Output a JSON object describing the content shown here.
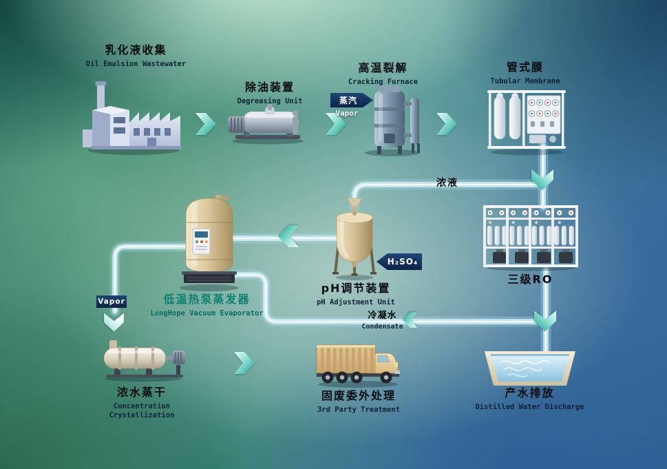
{
  "nodes": {
    "factory": {
      "zh": "乳化液收集",
      "en": "Oil Emulsion Wastewater"
    },
    "degreaser": {
      "zh": "除油装置",
      "en": "Degreasing Unit"
    },
    "furnace": {
      "zh": "高温裂解",
      "en": "Cracking Furnace"
    },
    "membrane": {
      "zh": "管式膜",
      "en": "Tubular Membrane"
    },
    "ro": {
      "zh": "三级RO"
    },
    "ph_unit": {
      "zh": "pH调节装置",
      "en": "pH Adjustment Unit"
    },
    "evaporator": {
      "zh": "低温热泵蒸发器",
      "en": "LongHope Vacuum Evaporator"
    },
    "crystallizer": {
      "zh": "浓水蒸干",
      "en": "Concentration Crystallization"
    },
    "disposal": {
      "zh": "固废委外处理",
      "en": "3rd Party Treatment"
    },
    "discharge": {
      "zh": "产水排放",
      "en": "Distilled Water Discharge"
    }
  },
  "flows": {
    "steam": {
      "zh": "蒸汽",
      "en": "Vapor"
    },
    "acid": {
      "label": "H₂SO₄"
    },
    "concentrate": {
      "zh": "浓液"
    },
    "condensate": {
      "zh": "冷凝水",
      "en": "Condensate"
    },
    "vapor_out": {
      "label": "Vapor"
    }
  },
  "colors": {
    "chevron_teal": "#17a192",
    "tag_navy": "#12315e",
    "evaporator_label_teal": "#0c8172"
  }
}
